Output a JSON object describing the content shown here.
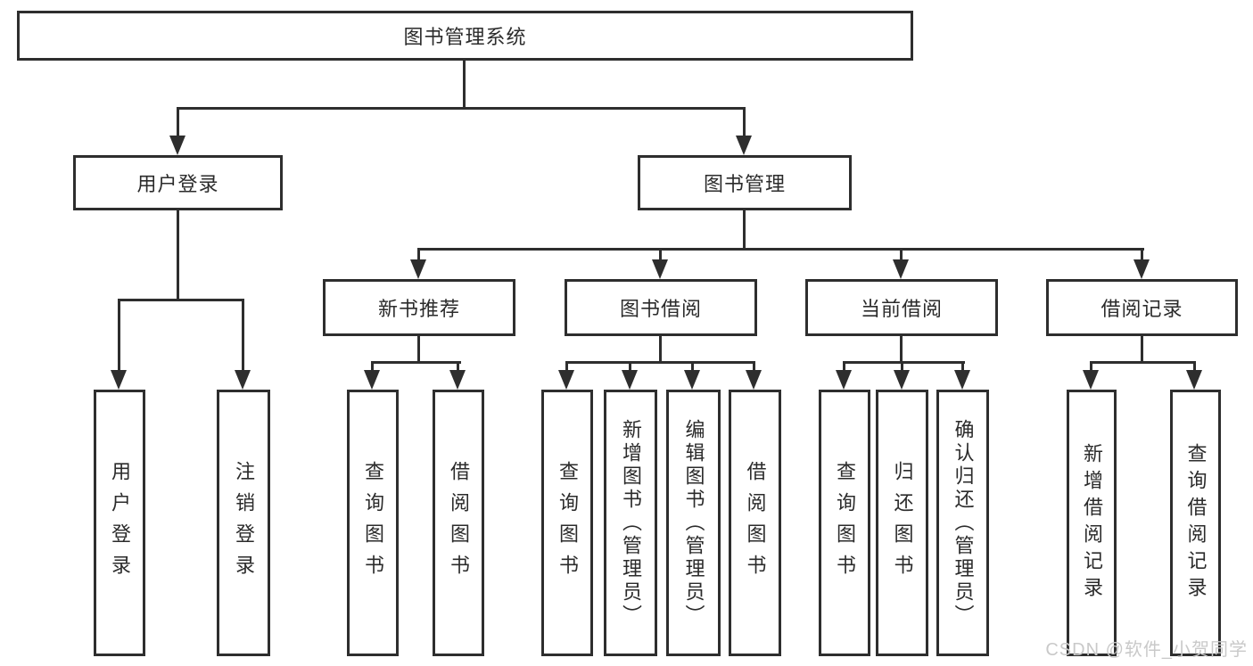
{
  "colors": {
    "line": "#2e2e2e",
    "text": "#2b2b2b",
    "background": "#ffffff",
    "watermark": "#c9c9c9"
  },
  "root": {
    "label": "图书管理系统"
  },
  "level2": {
    "user_login": {
      "label": "用户登录"
    },
    "book_mgmt": {
      "label": "图书管理"
    }
  },
  "level3": {
    "new_book": {
      "label": "新书推荐"
    },
    "book_borrow": {
      "label": "图书借阅"
    },
    "current_borrow": {
      "label": "当前借阅"
    },
    "borrow_records": {
      "label": "借阅记录"
    }
  },
  "leaves": {
    "user": [
      "用户登录",
      "注销登录"
    ],
    "new_book": [
      "查询图书",
      "借阅图书"
    ],
    "book_borrow": [
      "查询图书",
      "新增图书（管理员）",
      "编辑图书（管理员）",
      "借阅图书"
    ],
    "current_borrow": [
      "查询图书",
      "归还图书",
      "确认归还（管理员）"
    ],
    "borrow_records": [
      "新增借阅记录",
      "查询借阅记录"
    ]
  },
  "watermark": "CSDN @软件_小贺同学"
}
